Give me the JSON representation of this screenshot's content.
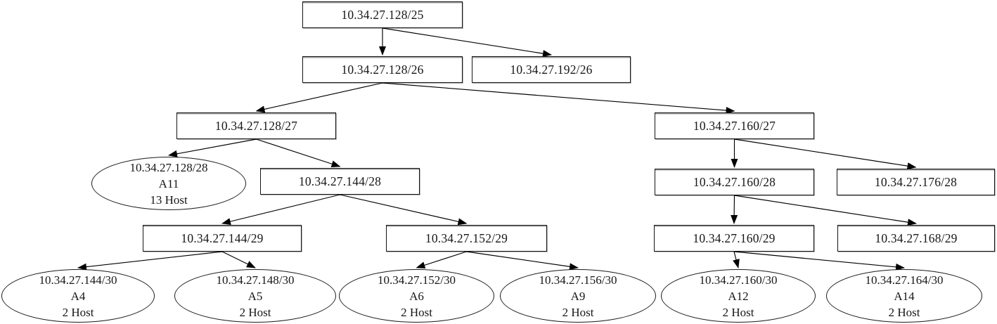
{
  "diagram": {
    "kind": "subnet-tree",
    "nodes": [
      {
        "id": "10.34.27.128/25",
        "shape": "box",
        "label": "10.34.27.128/25"
      },
      {
        "id": "10.34.27.128/26",
        "shape": "box",
        "label": "10.34.27.128/26"
      },
      {
        "id": "10.34.27.192/26",
        "shape": "box",
        "label": "10.34.27.192/26"
      },
      {
        "id": "10.34.27.128/27",
        "shape": "box",
        "label": "10.34.27.128/27"
      },
      {
        "id": "10.34.27.160/27",
        "shape": "box",
        "label": "10.34.27.160/27"
      },
      {
        "id": "10.34.27.128/28",
        "shape": "ellipse",
        "subnet": "10.34.27.128/28",
        "name": "A11",
        "hosts": "13 Host"
      },
      {
        "id": "10.34.27.144/28",
        "shape": "box",
        "label": "10.34.27.144/28"
      },
      {
        "id": "10.34.27.160/28",
        "shape": "box",
        "label": "10.34.27.160/28"
      },
      {
        "id": "10.34.27.176/28",
        "shape": "box",
        "label": "10.34.27.176/28"
      },
      {
        "id": "10.34.27.144/29",
        "shape": "box",
        "label": "10.34.27.144/29"
      },
      {
        "id": "10.34.27.152/29",
        "shape": "box",
        "label": "10.34.27.152/29"
      },
      {
        "id": "10.34.27.160/29",
        "shape": "box",
        "label": "10.34.27.160/29"
      },
      {
        "id": "10.34.27.168/29",
        "shape": "box",
        "label": "10.34.27.168/29"
      },
      {
        "id": "10.34.27.144/30",
        "shape": "ellipse",
        "subnet": "10.34.27.144/30",
        "name": "A4",
        "hosts": "2 Host"
      },
      {
        "id": "10.34.27.148/30",
        "shape": "ellipse",
        "subnet": "10.34.27.148/30",
        "name": "A5",
        "hosts": "2 Host"
      },
      {
        "id": "10.34.27.152/30",
        "shape": "ellipse",
        "subnet": "10.34.27.152/30",
        "name": "A6",
        "hosts": "2 Host"
      },
      {
        "id": "10.34.27.156/30",
        "shape": "ellipse",
        "subnet": "10.34.27.156/30",
        "name": "A9",
        "hosts": "2 Host"
      },
      {
        "id": "10.34.27.160/30",
        "shape": "ellipse",
        "subnet": "10.34.27.160/30",
        "name": "A12",
        "hosts": "2 Host"
      },
      {
        "id": "10.34.27.164/30",
        "shape": "ellipse",
        "subnet": "10.34.27.164/30",
        "name": "A14",
        "hosts": "2 Host"
      }
    ],
    "edges": [
      {
        "from": "10.34.27.128/25",
        "to": "10.34.27.128/26"
      },
      {
        "from": "10.34.27.128/25",
        "to": "10.34.27.192/26"
      },
      {
        "from": "10.34.27.128/26",
        "to": "10.34.27.128/27"
      },
      {
        "from": "10.34.27.128/26",
        "to": "10.34.27.160/27"
      },
      {
        "from": "10.34.27.128/27",
        "to": "10.34.27.128/28"
      },
      {
        "from": "10.34.27.128/27",
        "to": "10.34.27.144/28"
      },
      {
        "from": "10.34.27.144/28",
        "to": "10.34.27.144/29"
      },
      {
        "from": "10.34.27.144/28",
        "to": "10.34.27.152/29"
      },
      {
        "from": "10.34.27.144/29",
        "to": "10.34.27.144/30"
      },
      {
        "from": "10.34.27.144/29",
        "to": "10.34.27.148/30"
      },
      {
        "from": "10.34.27.152/29",
        "to": "10.34.27.152/30"
      },
      {
        "from": "10.34.27.152/29",
        "to": "10.34.27.156/30"
      },
      {
        "from": "10.34.27.160/27",
        "to": "10.34.27.160/28"
      },
      {
        "from": "10.34.27.160/27",
        "to": "10.34.27.176/28"
      },
      {
        "from": "10.34.27.160/28",
        "to": "10.34.27.160/29"
      },
      {
        "from": "10.34.27.160/28",
        "to": "10.34.27.168/29"
      },
      {
        "from": "10.34.27.160/29",
        "to": "10.34.27.160/30"
      },
      {
        "from": "10.34.27.160/29",
        "to": "10.34.27.164/30"
      }
    ],
    "colors": {
      "line": "#000000",
      "node_fill": "#ffffff",
      "text": "#171717"
    }
  }
}
